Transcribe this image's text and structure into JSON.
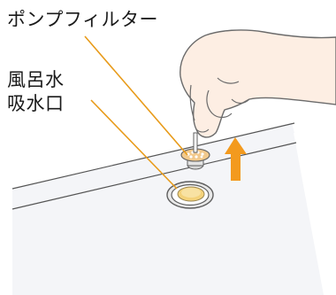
{
  "labels": {
    "pump_filter": "ポンプフィルター",
    "inlet_line1": "風呂水",
    "inlet_line2": "吸水口"
  },
  "colors": {
    "leader_line": "#e89b1a",
    "arrow": "#f39a1e",
    "tub_surface": "#f4f5f8",
    "skin": "#fdeee3",
    "outline": "#6b6b6b",
    "filter_mesh": "#f2c98c",
    "inlet_ring": "#f4d27a"
  },
  "icons": {
    "direction": "up-arrow-icon"
  }
}
